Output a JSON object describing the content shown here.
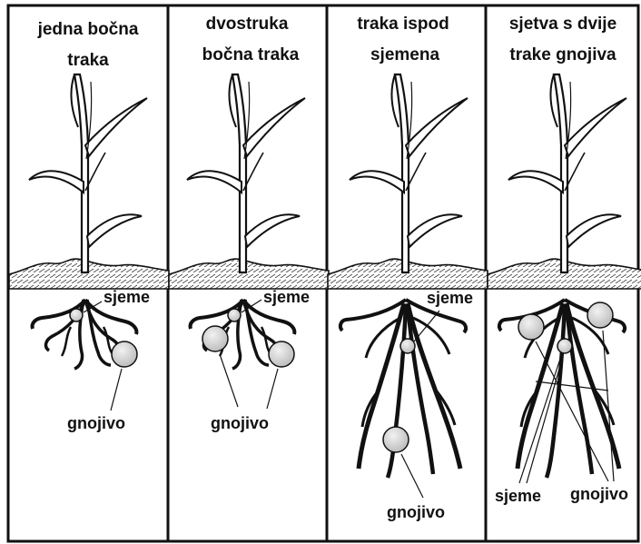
{
  "panels": [
    {
      "title_lines": [
        "jedna bočna",
        "traka"
      ],
      "labels": {
        "seed": "sjeme",
        "fertilizer": "gnojivo"
      }
    },
    {
      "title_lines": [
        "dvostruka",
        "bočna traka"
      ],
      "labels": {
        "seed": "sjeme",
        "fertilizer": "gnojivo"
      }
    },
    {
      "title_lines": [
        "traka ispod",
        "sjemena"
      ],
      "labels": {
        "seed": "sjeme",
        "fertilizer": "gnojivo"
      }
    },
    {
      "title_lines": [
        "sjetva s dvije",
        "trake gnojiva"
      ],
      "labels": {
        "seed": "sjeme",
        "fertilizer": "gnojivo"
      }
    }
  ],
  "colors": {
    "ink": "#111111",
    "granule": "#d9d9d9",
    "soil": "#e6e6e6"
  }
}
